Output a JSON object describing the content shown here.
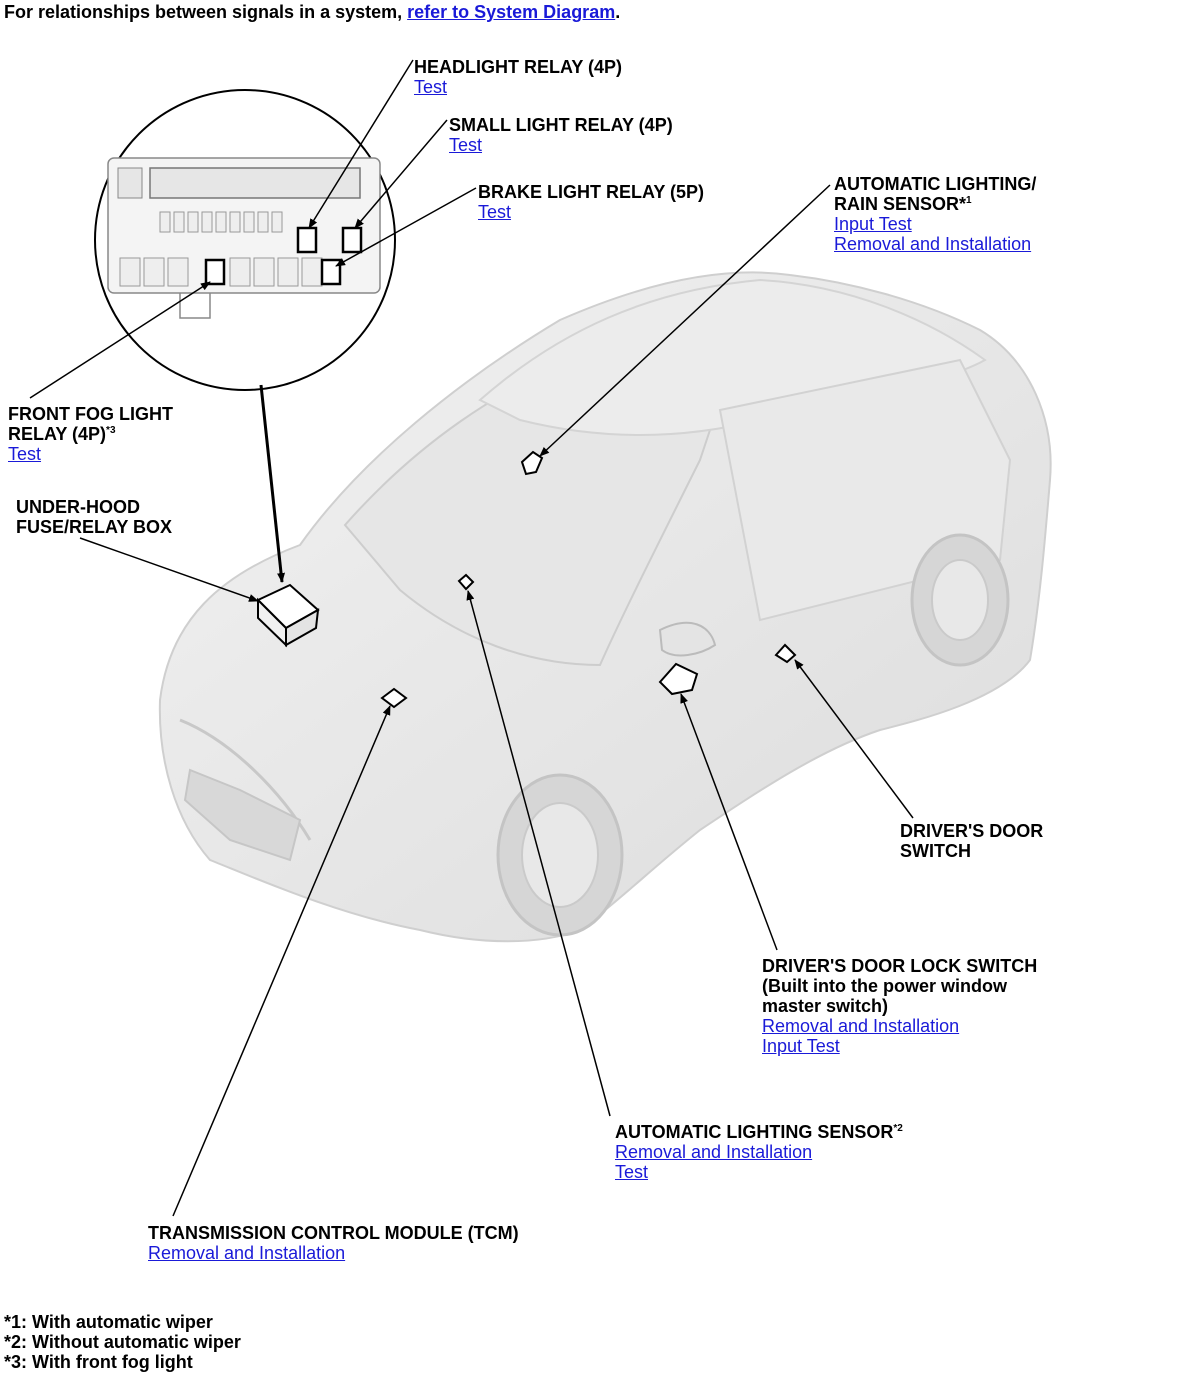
{
  "intro": {
    "text": "For relationships between signals in a system, ",
    "link": "refer to System Diagram",
    "suffix": "."
  },
  "labels": {
    "headlight_relay": {
      "title": "HEADLIGHT RELAY (4P)",
      "links": [
        "Test"
      ]
    },
    "small_light_relay": {
      "title": "SMALL LIGHT RELAY (4P)",
      "links": [
        "Test"
      ]
    },
    "brake_light_relay": {
      "title": "BRAKE LIGHT RELAY (5P)",
      "links": [
        "Test"
      ]
    },
    "auto_lighting_rain_sensor": {
      "title_line1": "AUTOMATIC LIGHTING/",
      "title_line2": "RAIN SENSOR*",
      "sup": "1",
      "links": [
        "Input Test",
        "Removal and Installation"
      ]
    },
    "front_fog_light_relay": {
      "title_line1": "FRONT FOG LIGHT",
      "title_line2": "RELAY (4P)",
      "sup": "*3",
      "links": [
        "Test"
      ]
    },
    "under_hood_fuse_box": {
      "title_line1": "UNDER-HOOD",
      "title_line2": "FUSE/RELAY BOX"
    },
    "drivers_door_switch": {
      "title_line1": "DRIVER'S DOOR",
      "title_line2": "SWITCH"
    },
    "drivers_door_lock_switch": {
      "title_line1": "DRIVER'S DOOR LOCK SWITCH",
      "title_line2": "(Built into the power window",
      "title_line3": "master switch)",
      "links": [
        "Removal and Installation",
        "Input Test"
      ]
    },
    "auto_lighting_sensor": {
      "title": "AUTOMATIC LIGHTING SENSOR",
      "sup": "*2",
      "links": [
        "Removal and Installation",
        "Test"
      ]
    },
    "tcm": {
      "title": "TRANSMISSION CONTROL MODULE (TCM)",
      "links": [
        "Removal and Installation"
      ]
    }
  },
  "footnotes": [
    "*1: With automatic wiper",
    "*2: Without automatic wiper",
    "*3: With front fog light"
  ]
}
